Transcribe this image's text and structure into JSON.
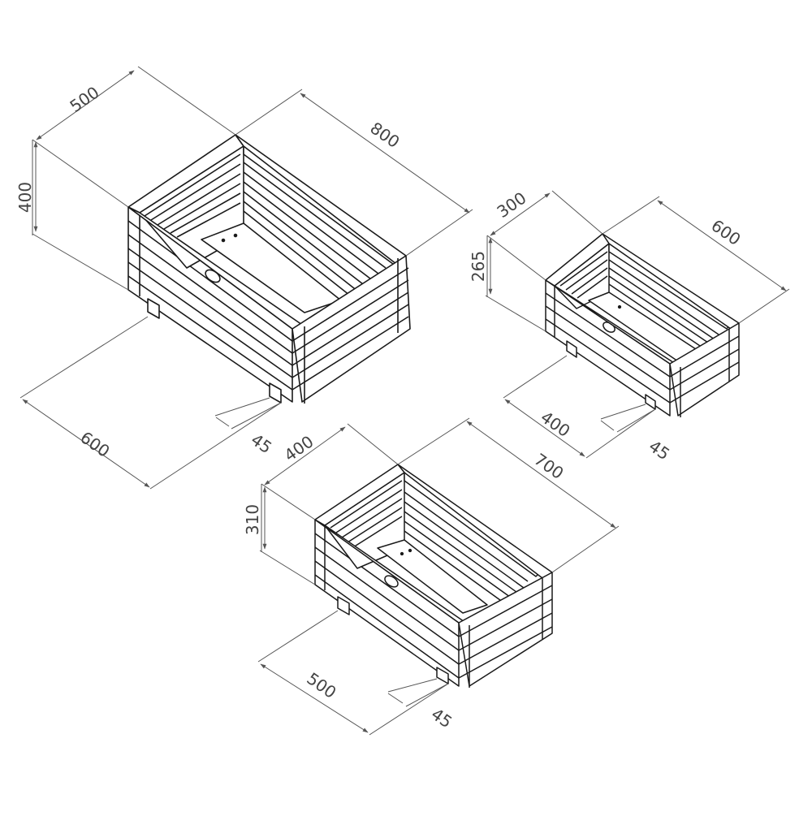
{
  "colors": {
    "line": "#1a1a1a",
    "dimension": "#555555",
    "text": "#444444",
    "background": "#ffffff"
  },
  "planters": [
    {
      "id": "large",
      "dimensions": {
        "width": "500",
        "length": "800",
        "height": "400",
        "base_width": "600",
        "foot": "45"
      }
    },
    {
      "id": "small",
      "dimensions": {
        "width": "300",
        "length": "600",
        "height": "265",
        "base_width": "400",
        "foot": "45"
      }
    },
    {
      "id": "medium",
      "dimensions": {
        "width": "400",
        "length": "700",
        "height": "310",
        "base_width": "500",
        "foot": "45"
      }
    }
  ]
}
